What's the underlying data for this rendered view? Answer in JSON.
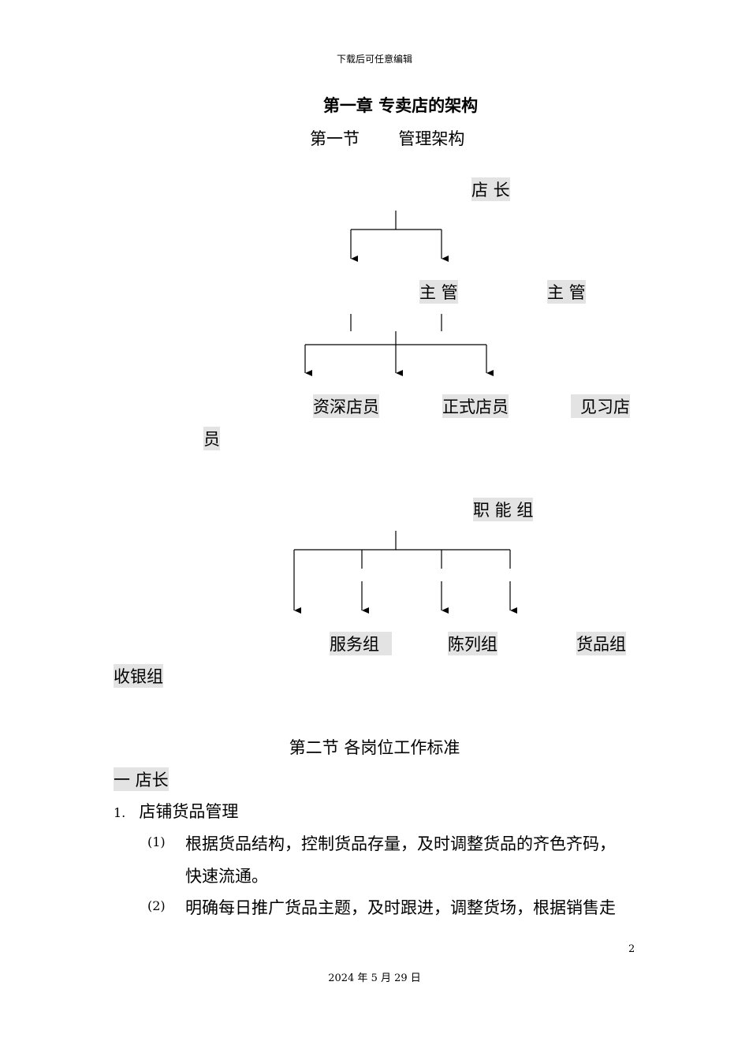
{
  "header_note": "下载后可任意编辑",
  "chapter_title": "第一章  专卖店的架构",
  "section1": {
    "label": "第一节",
    "title": "管理架构"
  },
  "org1": {
    "top": "店    长",
    "managers": [
      "主 管",
      "主 管"
    ],
    "staff": [
      "资深店员",
      "正式店员",
      "见习店",
      "员"
    ]
  },
  "org2": {
    "top": "职 能 组",
    "groups": [
      "服务组",
      "陈列组",
      "货品组",
      "收银组"
    ]
  },
  "section2_title": "第二节  各岗位工作标准",
  "subsection": "一   店长",
  "item1": {
    "num": "1.",
    "text": "店铺货品管理"
  },
  "sub_items": [
    {
      "num": "(1)",
      "line1": "根据货品结构，控制货品存量，及时调整货品的齐色齐码，",
      "line2": "快速流通。"
    },
    {
      "num": "(2)",
      "line1": "明确每日推广货品主题，及时跟进，调整货场，根据销售走"
    }
  ],
  "footer": {
    "page_number": "2",
    "date": "2024 年 5 月 29 日"
  }
}
